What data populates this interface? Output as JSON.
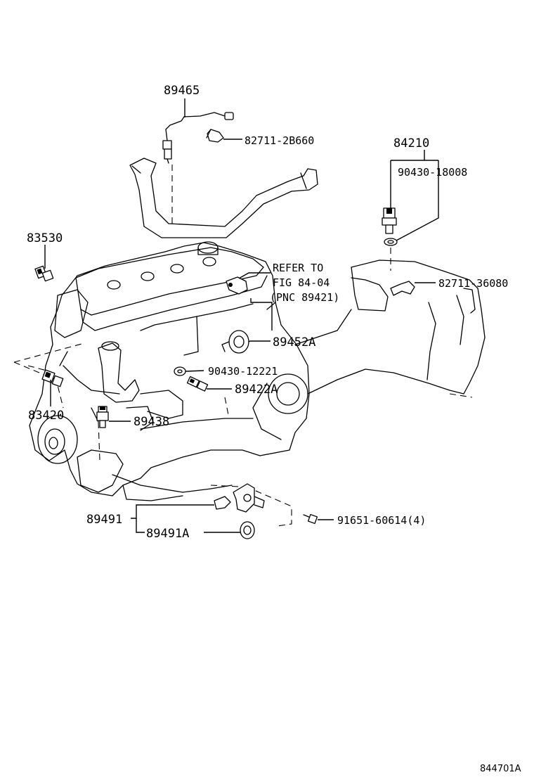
{
  "labels": {
    "p89465": "89465",
    "p82711_2b660": "82711-2B660",
    "p84210": "84210",
    "p90430_18008": "90430-18008",
    "p83530": "83530",
    "refer_line1": "REFER TO",
    "refer_line2": "FIG 84-04",
    "refer_line3": "(PNC 89421)",
    "p82711_36080": "82711-36080",
    "p89452a": "89452A",
    "p90430_12221": "90430-12221",
    "p89422a": "89422A",
    "p83420": "83420",
    "p89438": "89438",
    "p89491": "89491",
    "p89491a": "89491A",
    "p91651_60614": "91651-60614(4)",
    "figure_code": "844701A"
  },
  "icons": {
    "oxygen_sensor": "oxygen-sensor-icon",
    "clamp": "clamp-icon",
    "oil_pressure_switch": "oil-pressure-switch-icon",
    "gasket": "gasket-icon",
    "temp_sender": "temp-sender-icon",
    "cam_sensor": "cam-position-sensor-icon",
    "crank_sensor": "crank-sensor-icon",
    "knock_sensor": "knock-sensor-icon",
    "bolt": "bolt-icon",
    "oil_seal": "oil-seal-icon"
  }
}
